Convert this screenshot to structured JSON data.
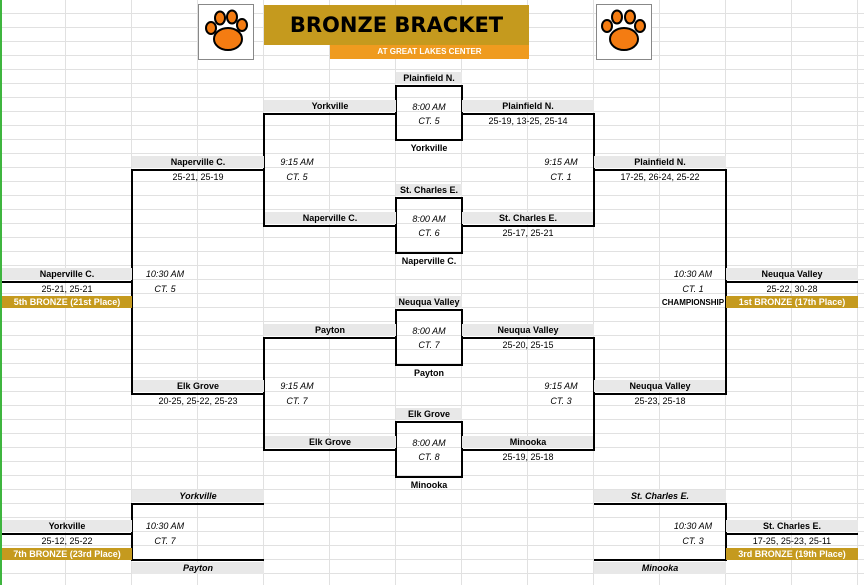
{
  "header": {
    "title": "BRONZE BRACKET",
    "subtitle": "AT GREAT LAKES CENTER",
    "logo_icon": "tiger-paw-icon",
    "accent_color": "#c59a1e",
    "subtitle_color": "#ef9b1f"
  },
  "r1": {
    "m1": {
      "top_team": "Plainfield N.",
      "time": "8:00 AM",
      "court": "CT. 5",
      "bottom_team": "Yorkville",
      "left_team": "Yorkville",
      "right_team": "Plainfield N.",
      "score": "25-19, 13-25, 25-14"
    },
    "m2": {
      "top_team": "St. Charles E.",
      "time": "8:00 AM",
      "court": "CT. 6",
      "bottom_team": "Naperville C.",
      "left_team": "Naperville C.",
      "right_team": "St. Charles E.",
      "score": "25-17, 25-21"
    },
    "m3": {
      "top_team": "Neuqua Valley",
      "time": "8:00 AM",
      "court": "CT. 7",
      "bottom_team": "Payton",
      "left_team": "Payton",
      "right_team": "Neuqua Valley",
      "score": "25-20, 25-15"
    },
    "m4": {
      "top_team": "Elk Grove",
      "time": "8:00 AM",
      "court": "CT. 8",
      "bottom_team": "Minooka",
      "left_team": "Elk Grove",
      "right_team": "Minooka",
      "score": "25-19, 25-18"
    }
  },
  "r2": {
    "tl": {
      "team": "Naperville C.",
      "score": "25-21, 25-19",
      "time": "9:15 AM",
      "court": "CT. 5"
    },
    "tr": {
      "team": "Plainfield N.",
      "score": "17-25, 26-24, 25-22",
      "time": "9:15 AM",
      "court": "CT. 1"
    },
    "bl": {
      "team": "Elk Grove",
      "score": "20-25, 25-22, 25-23",
      "time": "9:15 AM",
      "court": "CT. 7"
    },
    "br": {
      "team": "Neuqua Valley",
      "score": "25-23, 25-18",
      "time": "9:15 AM",
      "court": "CT. 3"
    }
  },
  "final": {
    "left": {
      "team": "Naperville C.",
      "score": "25-21, 25-21",
      "place": "5th BRONZE (21st Place)",
      "time": "10:30 AM",
      "court": "CT. 5"
    },
    "right": {
      "team": "Neuqua Valley",
      "score": "25-22, 30-28",
      "place": "1st BRONZE (17th Place)",
      "time": "10:30 AM",
      "court": "CT. 1",
      "label": "CHAMPIONSHIP"
    }
  },
  "consol": {
    "left": {
      "top_team": "Yorkville",
      "bottom_team": "Payton",
      "winner": "Yorkville",
      "score": "25-12, 25-22",
      "place": "7th BRONZE (23rd Place)",
      "time": "10:30 AM",
      "court": "CT. 7"
    },
    "right": {
      "top_team": "St. Charles E.",
      "bottom_team": "Minooka",
      "winner": "St. Charles E.",
      "score": "17-25, 25-23, 25-11",
      "place": "3rd BRONZE (19th Place)",
      "time": "10:30 AM",
      "court": "CT. 3"
    }
  }
}
